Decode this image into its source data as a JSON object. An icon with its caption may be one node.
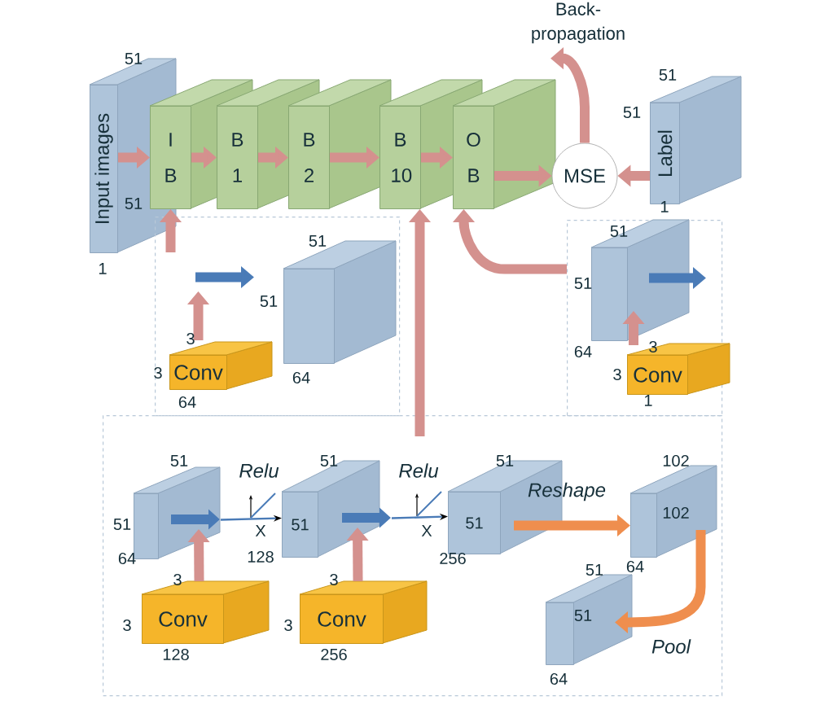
{
  "diagram": {
    "nodes": [
      {
        "text": [
          "Input images"
        ],
        "beside": [
          "51",
          "51",
          "1"
        ]
      },
      {
        "text": [
          "I B"
        ]
      },
      {
        "text": [
          "B 1"
        ]
      },
      {
        "text": [
          "B 2"
        ]
      },
      {
        "text": [
          "B 10"
        ]
      },
      {
        "text": [
          "O B"
        ]
      },
      {
        "text": [
          "MSE"
        ]
      },
      {
        "text": [
          "Label"
        ],
        "beside": [
          "51",
          "51",
          "1"
        ]
      },
      {
        "text": [
          "Back-propagation"
        ]
      },
      {
        "text": [],
        "shape": "box"
      },
      {
        "text": [
          "Conv"
        ],
        "in": 9,
        "beside": [
          "3",
          "3",
          "64"
        ]
      },
      {
        "text": [],
        "shape": "box",
        "in": 9,
        "beside": [
          "51",
          "51",
          "64"
        ]
      },
      {
        "text": [],
        "shape": "box"
      },
      {
        "text": [],
        "shape": "box",
        "in": 12,
        "beside": [
          "51",
          "51",
          "64"
        ]
      },
      {
        "text": [
          "Conv"
        ],
        "in": 12,
        "beside": [
          "3",
          "3",
          "1"
        ]
      },
      {
        "text": [],
        "shape": "box"
      },
      {
        "text": [],
        "shape": "box",
        "in": 15,
        "beside": [
          "51",
          "51",
          "64"
        ]
      },
      {
        "text": [
          "Conv"
        ],
        "in": 15,
        "beside": [
          "3",
          "3",
          "128"
        ]
      },
      {
        "text": [
          "51"
        ],
        "in": 15,
        "beside": [
          "51",
          "128"
        ]
      },
      {
        "text": [
          "Conv"
        ],
        "in": 15,
        "beside": [
          "3",
          "3",
          "256"
        ]
      },
      {
        "text": [
          "51"
        ],
        "in": 15,
        "beside": [
          "51",
          "256"
        ]
      },
      {
        "text": [],
        "shape": "box",
        "in": 15,
        "beside": [
          "102",
          "102",
          "64"
        ]
      },
      {
        "text": [],
        "shape": "box",
        "in": 15,
        "beside": [
          "51",
          "51",
          "64"
        ]
      }
    ],
    "edges": [
      {
        "from": 0,
        "to": 1,
        "arrow": "to"
      },
      {
        "from": 1,
        "to": 2,
        "arrow": "to"
      },
      {
        "from": 2,
        "to": 3,
        "arrow": "to"
      },
      {
        "from": 3,
        "to": 4,
        "arrow": "to"
      },
      {
        "from": 4,
        "to": 5,
        "arrow": "to"
      },
      {
        "from": 5,
        "to": 6,
        "arrow": "to"
      },
      {
        "from": 7,
        "to": 6,
        "arrow": "to"
      },
      {
        "from": 6,
        "to": 8,
        "arrow": "to"
      },
      {
        "from": 9,
        "to": 1,
        "arrow": "to"
      },
      {
        "from": 15,
        "to": 4,
        "arrow": "to"
      },
      {
        "from": 12,
        "to": 5,
        "arrow": "to"
      },
      {
        "from": 10,
        "to": null,
        "arrow": "to"
      },
      {
        "from": null,
        "to": 11,
        "arrow": "to",
        "color": "#4a7bb7"
      },
      {
        "from": 14,
        "to": 13,
        "arrow": "to"
      },
      {
        "from": 17,
        "to": 16,
        "arrow": "to"
      },
      {
        "from": 16,
        "to": 18,
        "arrow": "to",
        "label": "Relu",
        "color": "#4a7bb7"
      },
      {
        "from": 19,
        "to": 18,
        "arrow": "to"
      },
      {
        "from": 18,
        "to": 20,
        "arrow": "to",
        "label": "Relu",
        "color": "#4a7bb7"
      },
      {
        "from": 20,
        "to": 21,
        "arrow": "to",
        "label": "Reshape",
        "color": "#ef8e4e"
      },
      {
        "from": 21,
        "to": 22,
        "arrow": "to",
        "label": "Pool",
        "color": "#ef8e4e"
      }
    ],
    "labels": [
      "X",
      "X"
    ]
  }
}
